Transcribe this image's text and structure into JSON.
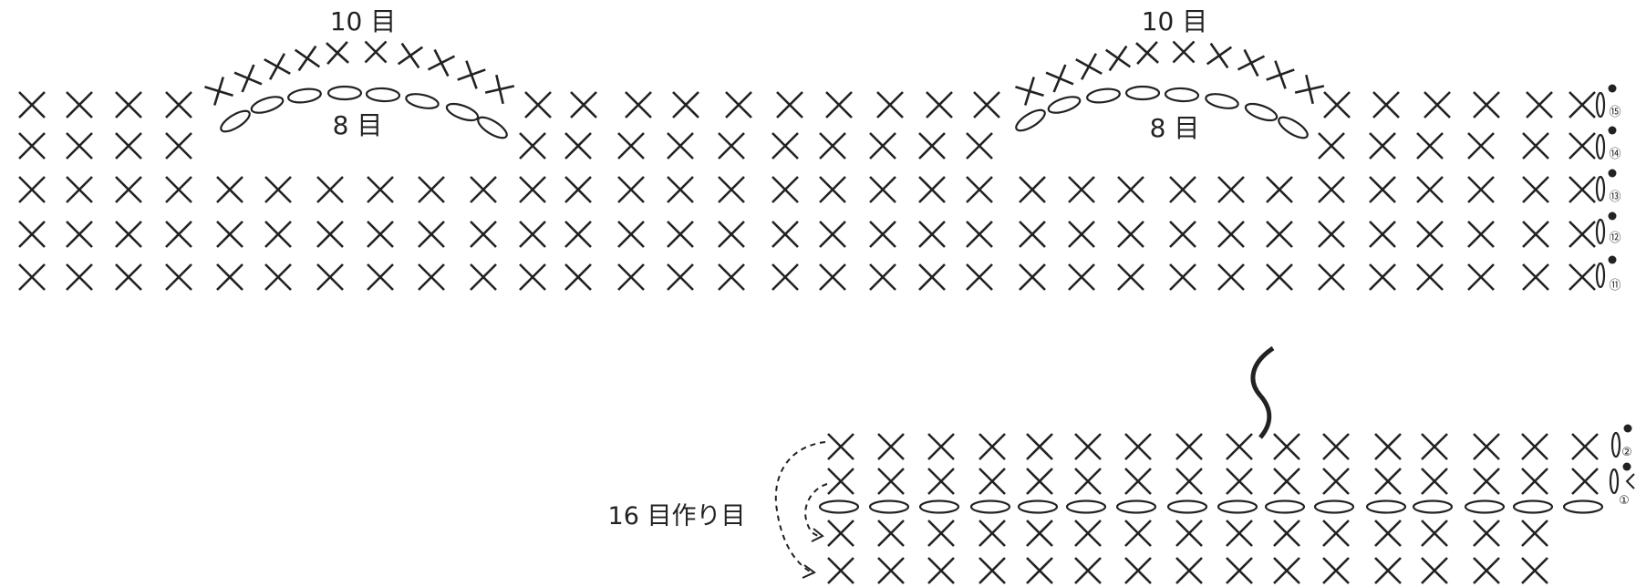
{
  "labels": {
    "increase_left": "10 目",
    "decrease_left": "8 目",
    "increase_right": "10 目",
    "decrease_right": "8 目",
    "cast_on": "16 目作り目"
  },
  "row_numbers": {
    "r15": "⑮",
    "r14": "⑭",
    "r13": "⑬",
    "r12": "⑫",
    "r11": "⑪",
    "r2": "②",
    "r1": "①"
  },
  "colors": {
    "ink": "#222222",
    "background": "#ffffff"
  },
  "symbols": {
    "single_crochet": "x-mark",
    "chain": "oval",
    "turning_chain": "tall-oval",
    "row_start": "dot",
    "omission": "wave-break"
  }
}
